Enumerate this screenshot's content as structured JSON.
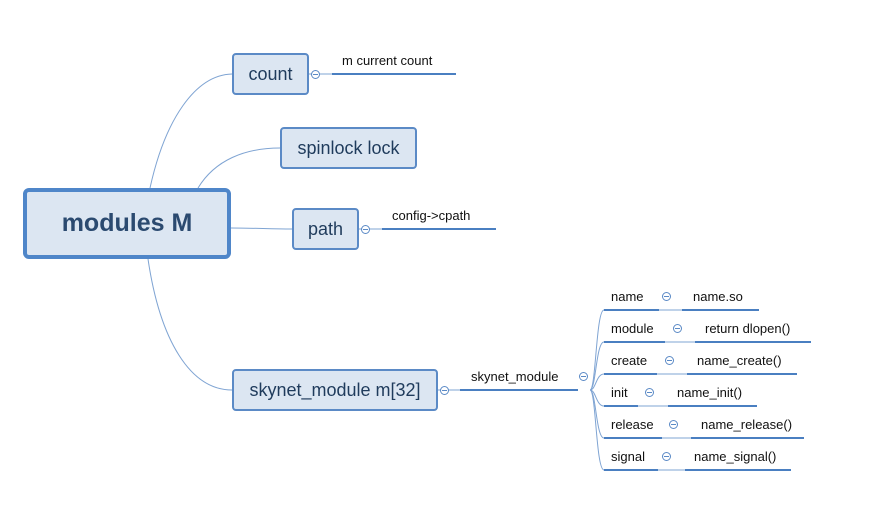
{
  "root": {
    "label": "modules M"
  },
  "topics": {
    "count": {
      "label": "count",
      "child": "m current count"
    },
    "spinlock": {
      "label": "spinlock lock"
    },
    "path": {
      "label": "path",
      "child": "config->cpath"
    },
    "skynet": {
      "label": "skynet_module m[32]",
      "child": "skynet_module",
      "fields": [
        {
          "name": "name",
          "value": "name.so"
        },
        {
          "name": "module",
          "value": "return dlopen()"
        },
        {
          "name": "create",
          "value": "name_create()"
        },
        {
          "name": "init",
          "value": "name_init()"
        },
        {
          "name": "release",
          "value": "name_release()"
        },
        {
          "name": "signal",
          "value": "name_signal()"
        }
      ]
    }
  },
  "colors": {
    "node_fill": "#dce6f2",
    "node_border": "#5b8ac6",
    "connector": "#7fa4d3",
    "underline": "#4a7fc1"
  }
}
